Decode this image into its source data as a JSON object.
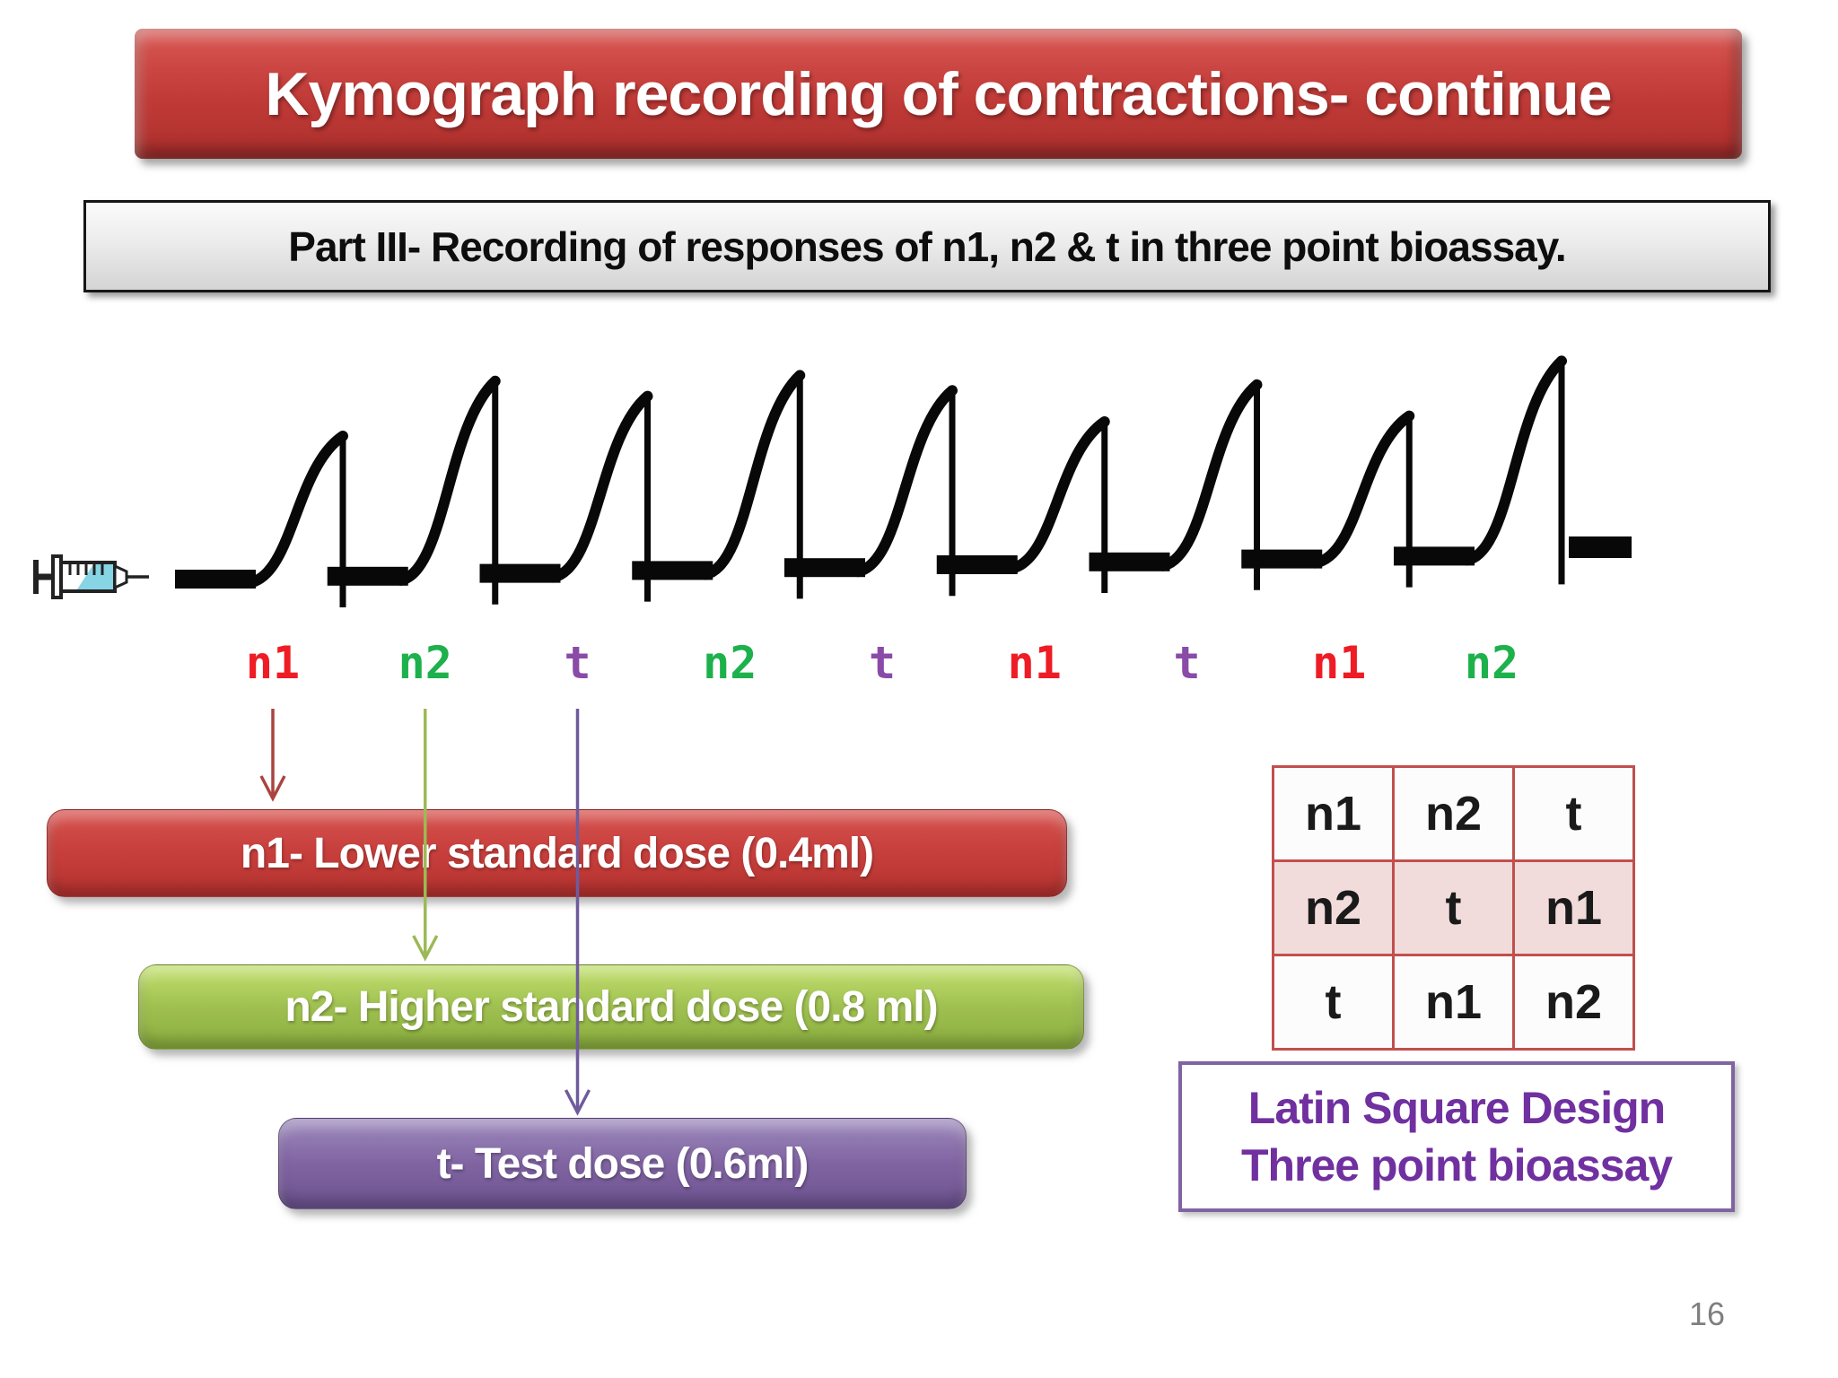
{
  "title": {
    "text": "Kymograph recording of contractions- continue"
  },
  "subtitle": {
    "text": "Part III- Recording of responses of n1, n2 & t in three point bioassay."
  },
  "kymograph": {
    "sequence": [
      {
        "label": "n1"
      },
      {
        "label": "n2"
      },
      {
        "label": "t"
      },
      {
        "label": "n2"
      },
      {
        "label": "t"
      },
      {
        "label": "n1"
      },
      {
        "label": "t"
      },
      {
        "label": "n1"
      },
      {
        "label": "n2"
      }
    ],
    "heights": {
      "n1": 168,
      "t": 206,
      "n2": 226
    }
  },
  "dose_boxes": [
    {
      "id": "n1",
      "label": "n1- Lower standard dose (0.4ml)"
    },
    {
      "id": "n2",
      "label": "n2- Higher standard dose (0.8 ml)"
    },
    {
      "id": "t",
      "label": "t- Test dose (0.6ml)"
    }
  ],
  "latin_square": {
    "rows": [
      [
        "n1",
        "n2",
        "t"
      ],
      [
        "n2",
        "t",
        "n1"
      ],
      [
        "t",
        "n1",
        "n2"
      ]
    ]
  },
  "latin_caption": {
    "line1": "Latin Square Design",
    "line2": "Three point bioassay"
  },
  "slide": {
    "page_number": "16"
  },
  "icons": {
    "syringe": "syringe-icon"
  },
  "colors": {
    "n1": "#ee1c25",
    "n2": "#1db14c",
    "t": "#8a4ba8",
    "trace": "#080808",
    "arrow_n1": "#aa4440",
    "arrow_n2": "#9cb957",
    "arrow_t": "#6f5b9c",
    "box_red": "#c8403d",
    "box_green": "#9fc050",
    "box_purple": "#8064a2",
    "table_border": "#c0504d",
    "table_alt_row_bg": "#f2dcdb",
    "latin_text": "#7030a0",
    "page_number_gray": "#7f7f7f"
  }
}
